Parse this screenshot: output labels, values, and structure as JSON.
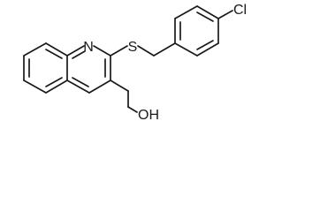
{
  "molecule": {
    "atom_labels": {
      "nitrogen": "N",
      "sulfur": "S",
      "chlorine": "Cl",
      "hydroxyl": "OH"
    }
  }
}
